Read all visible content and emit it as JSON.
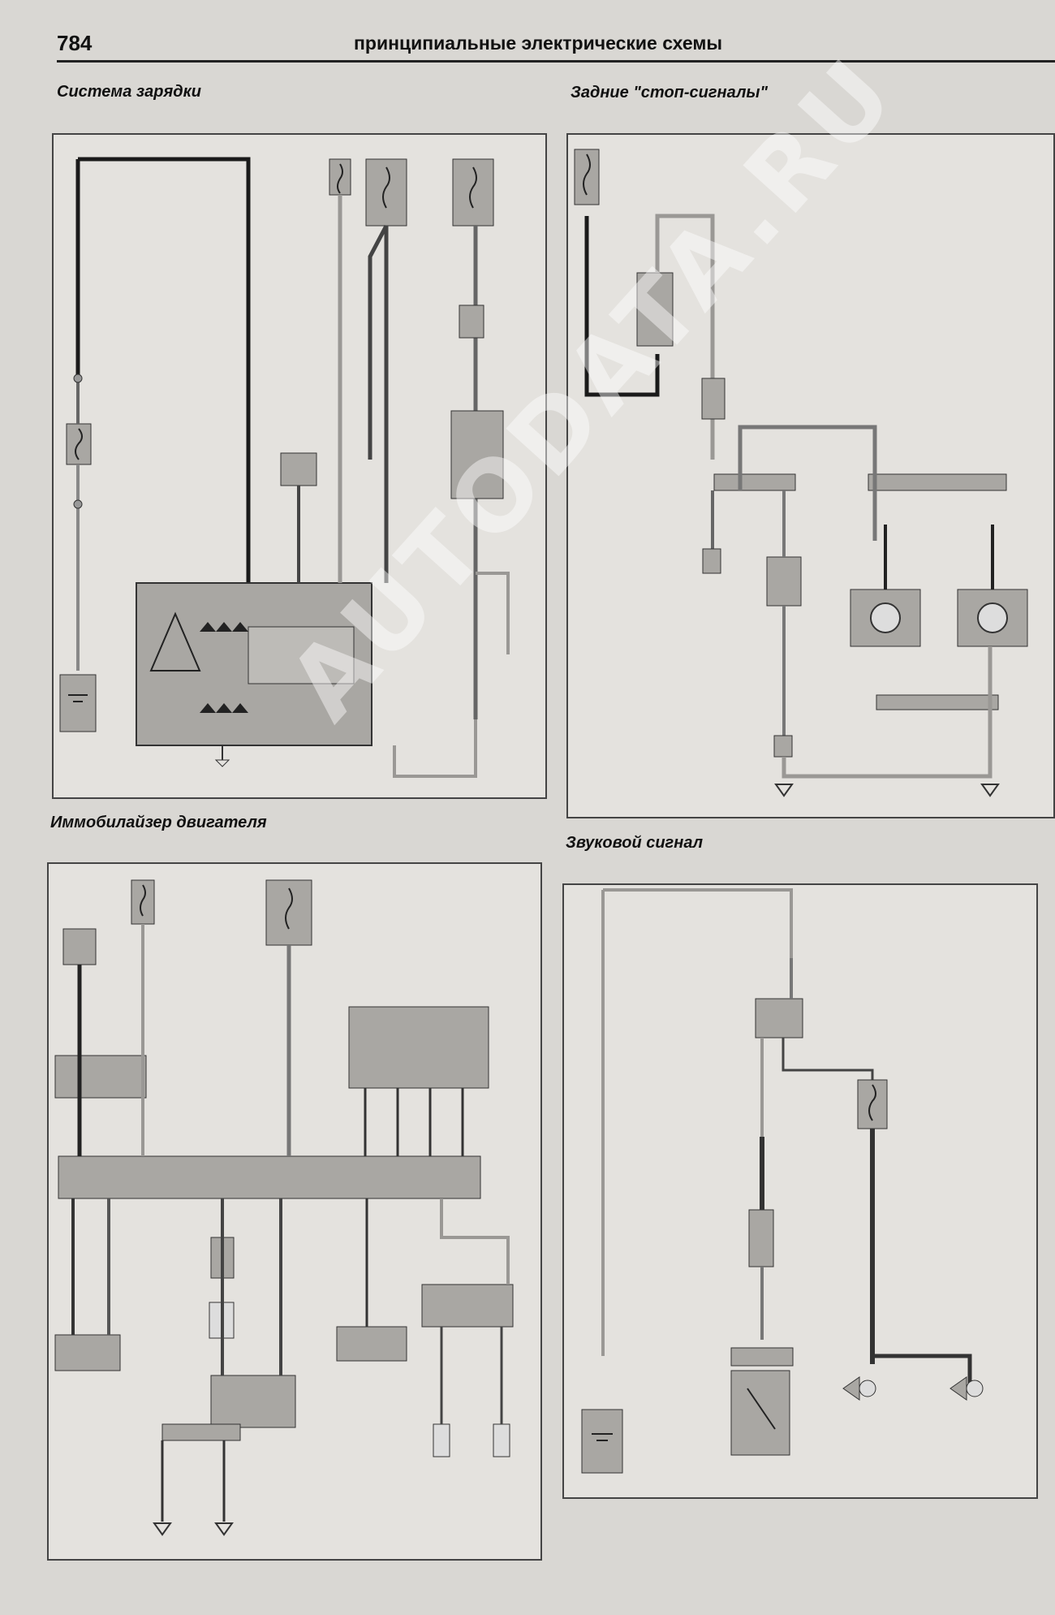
{
  "header": {
    "page_number": "784",
    "title": "принципиальные электрические схемы"
  },
  "sections": {
    "charging": {
      "title": "Система зарядки"
    },
    "brake_lights": {
      "title": "Задние \"стоп-сигналы\""
    },
    "immobilizer": {
      "title": "Иммобилайзер двигателя"
    },
    "horn": {
      "title": "Звуковой сигнал"
    }
  },
  "watermark": "AUTODATA.RU",
  "colors": {
    "background": "#d9d7d3",
    "panel": "#e4e2de",
    "component_fill": "#a9a7a3",
    "wire_dark": "#1a1a1a",
    "wire_light": "#9a9895"
  }
}
